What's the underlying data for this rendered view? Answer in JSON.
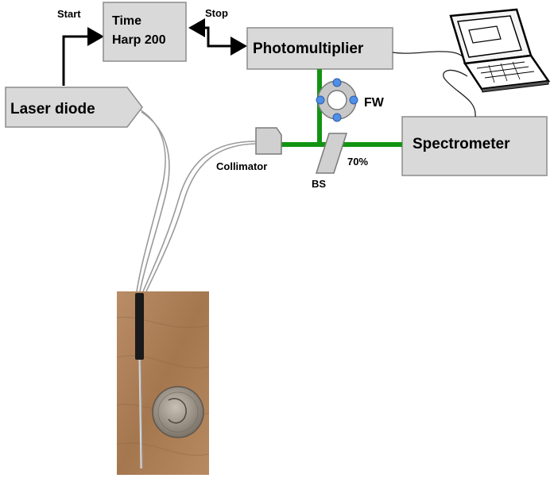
{
  "diagram": {
    "components": {
      "time_harp": {
        "line1": "Time",
        "line2": "Harp 200"
      },
      "photomultiplier": "Photomultiplier",
      "laser_diode": "Laser diode",
      "spectrometer": "Spectrometer",
      "collimator": "Collimator",
      "filter_wheel": "FW",
      "beam_splitter": "BS",
      "split_ratio": "70%"
    },
    "signals": {
      "start": "Start",
      "stop": "Stop"
    },
    "colors": {
      "box_fill": "#d9d9d9",
      "box_stroke": "#8c8c8c",
      "optical_path": "#129412",
      "fiber": "#9a9a9a",
      "wire": "#222222",
      "filter_dots": "#4f8fe6",
      "photo_wood": "#a77a55"
    },
    "icons": [
      "laptop-icon",
      "filter-wheel-icon",
      "probe-photo"
    ]
  }
}
